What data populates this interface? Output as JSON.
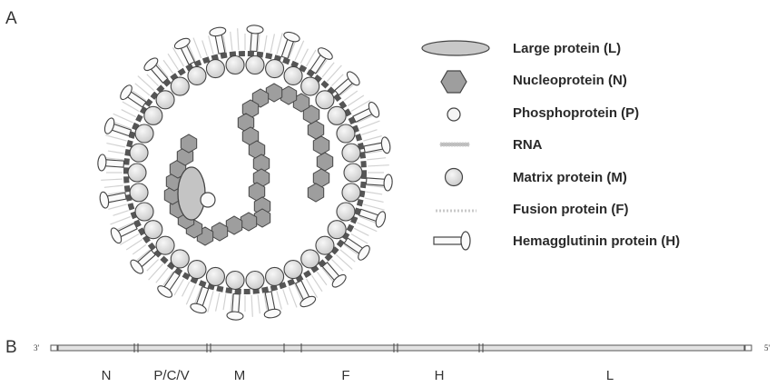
{
  "panels": {
    "a": "A",
    "b": "B"
  },
  "legend": [
    {
      "key": "L",
      "label": "Large protein (L)",
      "icon": "ellipse"
    },
    {
      "key": "N",
      "label": "Nucleoprotein (N)",
      "icon": "hexagon"
    },
    {
      "key": "P",
      "label": "Phosphoprotein (P)",
      "icon": "small-circle"
    },
    {
      "key": "RNA",
      "label": "RNA",
      "icon": "rna-strand"
    },
    {
      "key": "M",
      "label": "Matrix protein (M)",
      "icon": "circle"
    },
    {
      "key": "F",
      "label": "Fusion protein (F)",
      "icon": "fuzzy-line"
    },
    {
      "key": "H",
      "label": "Hemagglutinin protein (H)",
      "icon": "spike"
    }
  ],
  "genome": {
    "end3": "3'",
    "end5": "5'",
    "genes": [
      "N",
      "P/C/V",
      "M",
      "F",
      "H",
      "L"
    ]
  },
  "colors": {
    "hexagon_fill": "#9e9e9e",
    "circle_fill": "#e4e4e4",
    "envelope": "#555555",
    "outline": "#444444"
  }
}
